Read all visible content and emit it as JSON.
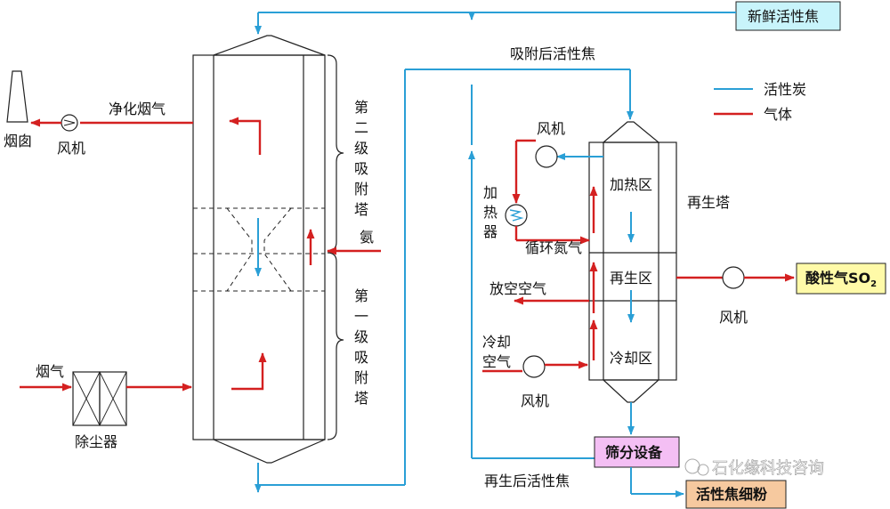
{
  "labels": {
    "fresh_coke": "新鲜活性焦",
    "after_adsorb_coke": "吸附后活性焦",
    "legend_carbon": "活性炭",
    "legend_gas": "气体",
    "chimney": "烟囱",
    "fan": "风机",
    "clean_flue_gas": "净化烟气",
    "second_stage_tower": [
      "第",
      "二",
      "级",
      "吸",
      "附",
      "塔"
    ],
    "ammonia": "氨",
    "first_stage_tower": [
      "第",
      "一",
      "级",
      "吸",
      "附",
      "塔"
    ],
    "flue_gas": "烟气",
    "dust_remover": "除尘器",
    "heater": [
      "加",
      "热",
      "器"
    ],
    "circulating_nitrogen": "循环氮气",
    "heating_zone": "加热区",
    "regen_tower": "再生塔",
    "regen_zone": "再生区",
    "vent_air": "放空空气",
    "acid_gas": "酸性气SO",
    "acid_gas_sub": "2",
    "cooling_air": [
      "冷却",
      "空气"
    ],
    "cooling_zone": "冷却区",
    "screening": "筛分设备",
    "regen_coke": "再生后活性焦",
    "coke_fines": "活性焦细粉",
    "watermark": "石化缘科技咨询"
  },
  "colors": {
    "carbon_flow": "#2a9fd6",
    "gas_flow": "#d42020",
    "fresh_box": "#c8f4fb",
    "acid_box": "#fffaa8",
    "screen_box": "#f4bff4",
    "fines_box": "#f6c99f"
  }
}
